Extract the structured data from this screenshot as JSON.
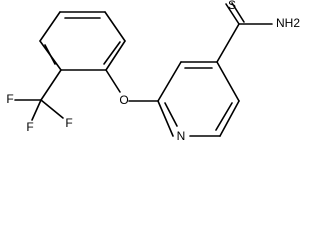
{
  "molecule": {
    "atoms": {
      "s_label": "S",
      "nh2_label": "NH2",
      "o_label": "O",
      "n_label": "N",
      "f1_label": "F",
      "f2_label": "F",
      "f3_label": "F"
    }
  }
}
